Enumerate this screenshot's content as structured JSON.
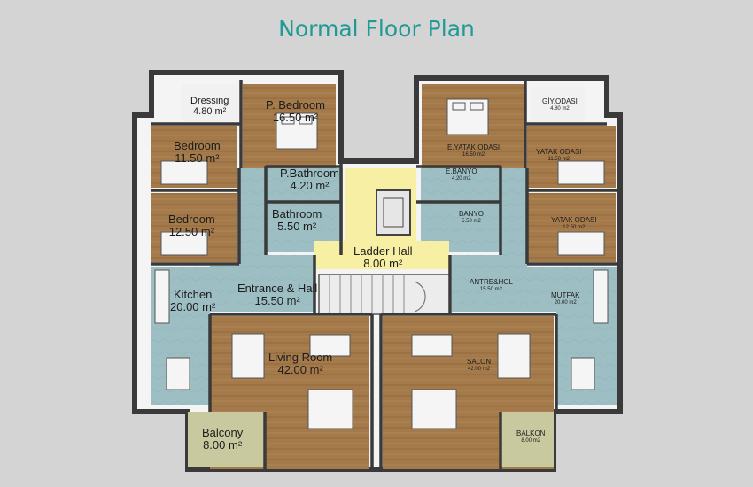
{
  "title": "Normal Floor Plan",
  "left_unit": {
    "dressing": {
      "name": "Dressing",
      "area": "4.80 m²"
    },
    "master_bedroom": {
      "name": "P. Bedroom",
      "area": "16.50 m²"
    },
    "bedroom1": {
      "name": "Bedroom",
      "area": "11.50 m²"
    },
    "master_bathroom": {
      "name": "P.Bathroom",
      "area": "4.20 m²"
    },
    "bedroom2": {
      "name": "Bedroom",
      "area": "12.50 m²"
    },
    "bathroom": {
      "name": "Bathroom",
      "area": "5.50 m²"
    },
    "kitchen": {
      "name": "Kitchen",
      "area": "20.00 m²"
    },
    "entrance": {
      "name": "Entrance & Hall",
      "area": "15.50 m²"
    },
    "living": {
      "name": "Living Room",
      "area": "42.00 m²"
    },
    "balcony": {
      "name": "Balcony",
      "area": "8.00 m²"
    }
  },
  "core": {
    "ladder_hall": {
      "name": "Ladder Hall",
      "area": "8.00 m²"
    }
  },
  "right_unit": {
    "giy_odasi": {
      "name": "GİY.ODASI",
      "area": "4.80 m2"
    },
    "e_yatak": {
      "name": "E.YATAK ODASI",
      "area": "16.50 m2"
    },
    "yatak1": {
      "name": "YATAK ODASI",
      "area": "11.50 m2"
    },
    "e_banyo": {
      "name": "E.BANYO",
      "area": "4.20 m2"
    },
    "yatak2": {
      "name": "YATAK ODASI",
      "area": "12.50 m2"
    },
    "banyo": {
      "name": "BANYO",
      "area": "5.50 m2"
    },
    "antre": {
      "name": "ANTRE&HOL",
      "area": "15.50 m2"
    },
    "mutfak": {
      "name": "MUTFAK",
      "area": "20.00 m2"
    },
    "salon": {
      "name": "SALON",
      "area": "42.00 m2"
    },
    "balkon": {
      "name": "BALKON",
      "area": "8.00 m2"
    }
  },
  "colors": {
    "wood": "#a47a4a",
    "tile": "#9dbfc4",
    "stair": "#f6efa4",
    "wall": "#3a3a3a",
    "title": "#1f9a95"
  }
}
